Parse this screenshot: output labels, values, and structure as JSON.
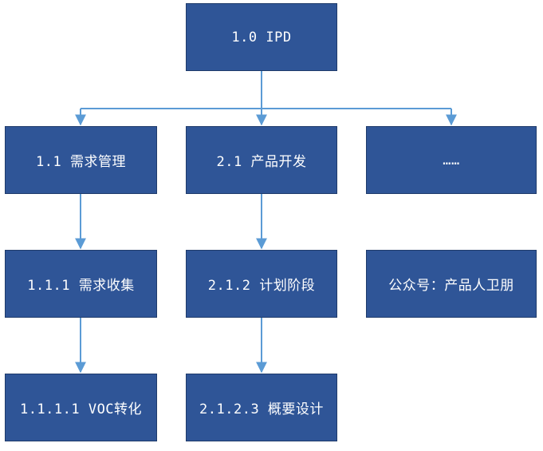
{
  "nodes": {
    "root": "1.0 IPD",
    "req_mgmt": "1.1 需求管理",
    "prod_dev": "2.1 产品开发",
    "more": "……",
    "req_collect": "1.1.1 需求收集",
    "planning": "2.1.2 计划阶段",
    "wechat": "公众号：产品人卫朋",
    "voc": "1.1.1.1 VOC转化",
    "outline_design": "2.1.2.3 概要设计"
  },
  "colors": {
    "node_fill": "#2f5597",
    "node_border": "#1f3b6b",
    "connector": "#5b9bd5",
    "text": "#ffffff"
  }
}
